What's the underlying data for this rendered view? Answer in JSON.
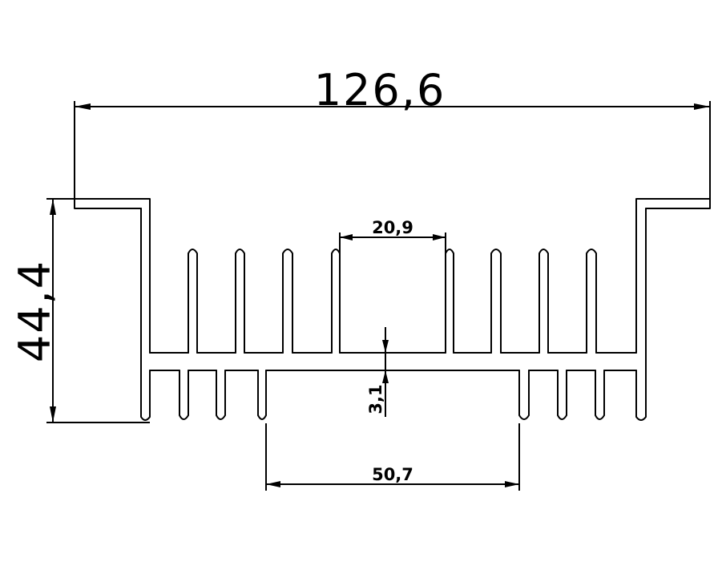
{
  "dimensions": {
    "overall_width": "126,6",
    "height": "44,4",
    "inner_gap": "20,9",
    "base_thickness": "3,1",
    "bottom_span": "50,7"
  }
}
